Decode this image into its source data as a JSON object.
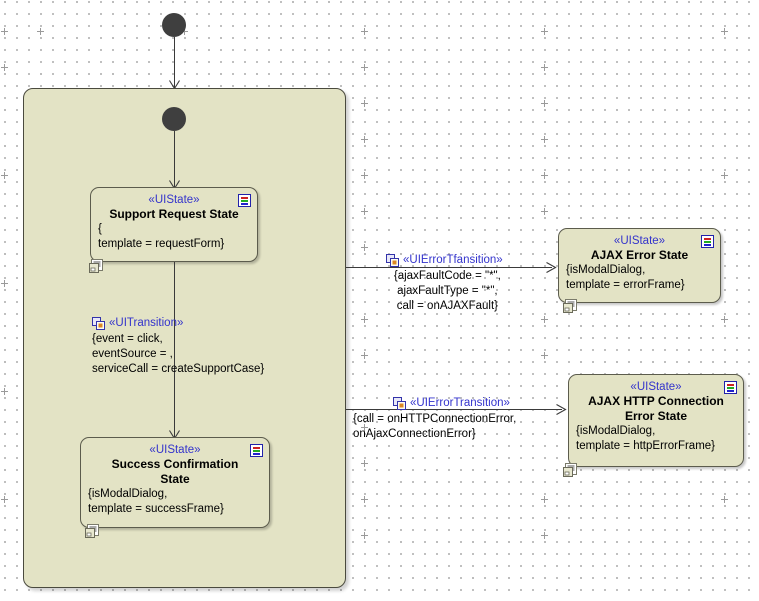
{
  "diagram": {
    "type": "UML State Machine Diagram",
    "background_color": "#ffffff",
    "shape_fill_color": "#e3e3c5",
    "stereotype_color": "#3333cc",
    "line_color": "#3a3a3a"
  },
  "composite_state": {
    "name": "",
    "icon": "rounded-region"
  },
  "initial_nodes": [
    {
      "name": "outer-initial-node"
    },
    {
      "name": "inner-initial-node"
    }
  ],
  "states": [
    {
      "id": "support-request-state",
      "stereotype": "«UIState»",
      "name": "Support Request State",
      "properties": "{\ntemplate = requestForm}",
      "view_icon": "view-icon",
      "doc_icon": "document-icon"
    },
    {
      "id": "success-confirmation-state",
      "stereotype": "«UIState»",
      "name": "Success Confirmation\nState",
      "properties": "{isModalDialog,\ntemplate = successFrame}",
      "view_icon": "view-icon",
      "doc_icon": "document-icon"
    },
    {
      "id": "ajax-error-state",
      "stereotype": "«UIState»",
      "name": "AJAX Error State",
      "properties": "{isModalDialog,\ntemplate = errorFrame}",
      "view_icon": "view-icon",
      "doc_icon": "document-icon"
    },
    {
      "id": "ajax-http-connection-error-state",
      "stereotype": "«UIState»",
      "name": "AJAX HTTP Connection\nError State",
      "properties": "{isModalDialog,\ntemplate = httpErrorFrame}",
      "view_icon": "view-icon",
      "doc_icon": "document-icon"
    }
  ],
  "transitions": [
    {
      "id": "ui-transition-main",
      "stereotype": "«UITransition»",
      "properties": "{event = click,\neventSource = ,\nserviceCall = createSupportCase}",
      "icon": "transition-icon"
    },
    {
      "id": "ui-error-transition-ajax-fault",
      "stereotype": "«UIErrorTfansition»",
      "properties": "{ajaxFaultCode = \"*\",\najaxFaultType = \"*\",\ncall = onAJAXFault}",
      "icon": "transition-icon"
    },
    {
      "id": "ui-error-transition-http",
      "stereotype": "«UIErrorTransition»",
      "properties": "{call = onHTTPConnectionError,\nonAjaxConnectionError}",
      "icon": "transition-icon"
    }
  ]
}
